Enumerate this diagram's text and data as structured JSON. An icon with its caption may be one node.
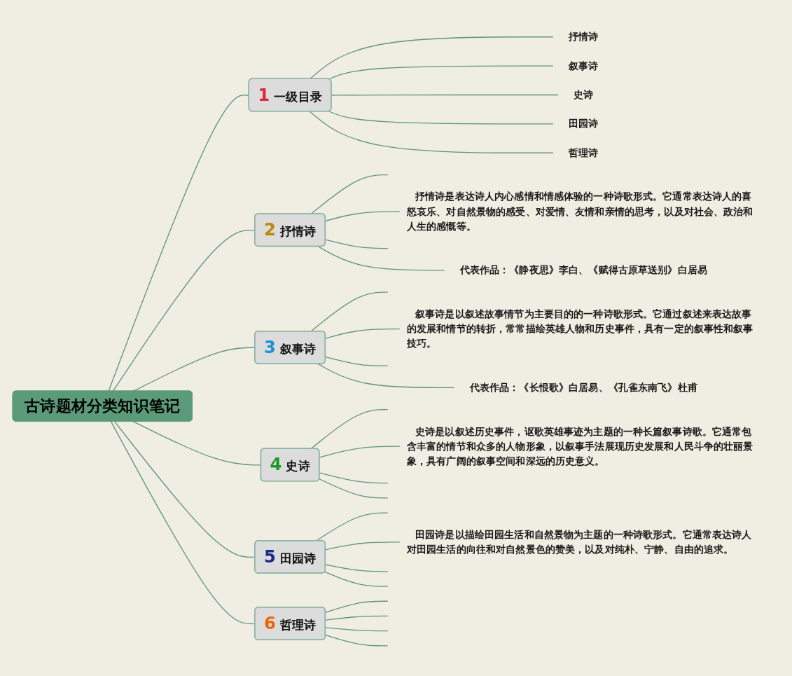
{
  "diagram": {
    "nodes": [
      {
        "text": [
          "古诗题材分类知识笔记"
        ]
      },
      {
        "text": [
          "1",
          "一级目录"
        ]
      },
      {
        "text": [
          "抒情诗"
        ]
      },
      {
        "text": [
          "叙事诗"
        ]
      },
      {
        "text": [
          "史诗"
        ]
      },
      {
        "text": [
          "田园诗"
        ]
      },
      {
        "text": [
          "哲理诗"
        ]
      },
      {
        "text": [
          "2",
          "抒情诗"
        ]
      },
      {
        "text": [
          "抒情诗是表达诗人内心感情和情感体验的一种诗歌形式。它通常表达诗人的喜怒哀乐、对自然景物的感受、对爱情、友情和亲情的思考，以及对社会、政治和人生的感慨等。"
        ]
      },
      {
        "text": [
          "代表作品：《静夜思》李白、《赋得古原草送别》白居易"
        ]
      },
      {
        "text": [
          "3",
          "叙事诗"
        ]
      },
      {
        "text": [
          "叙事诗是以叙述故事情节为主要目的的一种诗歌形式。它通过叙述来表达故事的发展和情节的转折，常常描绘英雄人物和历史事件，具有一定的叙事性和叙事技巧。"
        ]
      },
      {
        "text": [
          "代表作品：《长恨歌》白居易、《孔雀东南飞》杜甫"
        ]
      },
      {
        "text": [
          "4",
          "史诗"
        ]
      },
      {
        "text": [
          "史诗是以叙述历史事件，讴歌英雄事迹为主题的一种长篇叙事诗歌。它通常包含丰富的情节和众多的人物形象，以叙事手法展现历史发展和人民斗争的壮丽景象，具有广阔的叙事空间和深远的历史意义。"
        ]
      },
      {
        "text": [
          "5",
          "田园诗"
        ]
      },
      {
        "text": [
          "田园诗是以描绘田园生活和自然景物为主题的一种诗歌形式。它通常表达诗人对田园生活的向往和对自然景色的赞美，以及对纯朴、宁静、自由的追求。"
        ]
      },
      {
        "text": [
          "6",
          "哲理诗"
        ]
      }
    ],
    "edges": [
      {
        "from": 0,
        "to": 1,
        "arrow": "none"
      },
      {
        "from": 1,
        "to": 2,
        "arrow": "none"
      },
      {
        "from": 1,
        "to": 3,
        "arrow": "none"
      },
      {
        "from": 1,
        "to": 4,
        "arrow": "none"
      },
      {
        "from": 1,
        "to": 5,
        "arrow": "none"
      },
      {
        "from": 1,
        "to": 6,
        "arrow": "none"
      },
      {
        "from": 0,
        "to": 7,
        "arrow": "none"
      },
      {
        "from": 7,
        "to": null,
        "arrow": "none"
      },
      {
        "from": 7,
        "to": 8,
        "arrow": "none"
      },
      {
        "from": 7,
        "to": null,
        "arrow": "none"
      },
      {
        "from": 7,
        "to": 9,
        "arrow": "none"
      },
      {
        "from": 0,
        "to": 10,
        "arrow": "none"
      },
      {
        "from": 10,
        "to": null,
        "arrow": "none"
      },
      {
        "from": 10,
        "to": 11,
        "arrow": "none"
      },
      {
        "from": 10,
        "to": null,
        "arrow": "none"
      },
      {
        "from": 10,
        "to": 12,
        "arrow": "none"
      },
      {
        "from": 0,
        "to": 13,
        "arrow": "none"
      },
      {
        "from": 13,
        "to": null,
        "arrow": "none"
      },
      {
        "from": 13,
        "to": 14,
        "arrow": "none"
      },
      {
        "from": 13,
        "to": null,
        "arrow": "none"
      },
      {
        "from": 13,
        "to": null,
        "arrow": "none"
      },
      {
        "from": 0,
        "to": 15,
        "arrow": "none"
      },
      {
        "from": 15,
        "to": null,
        "arrow": "none"
      },
      {
        "from": 15,
        "to": 16,
        "arrow": "none"
      },
      {
        "from": 15,
        "to": null,
        "arrow": "none"
      },
      {
        "from": 15,
        "to": null,
        "arrow": "none"
      },
      {
        "from": 0,
        "to": 17,
        "arrow": "none"
      },
      {
        "from": 17,
        "to": null,
        "arrow": "none"
      },
      {
        "from": 17,
        "to": null,
        "arrow": "none"
      },
      {
        "from": 17,
        "to": null,
        "arrow": "none"
      },
      {
        "from": 17,
        "to": null,
        "arrow": "none"
      }
    ]
  }
}
